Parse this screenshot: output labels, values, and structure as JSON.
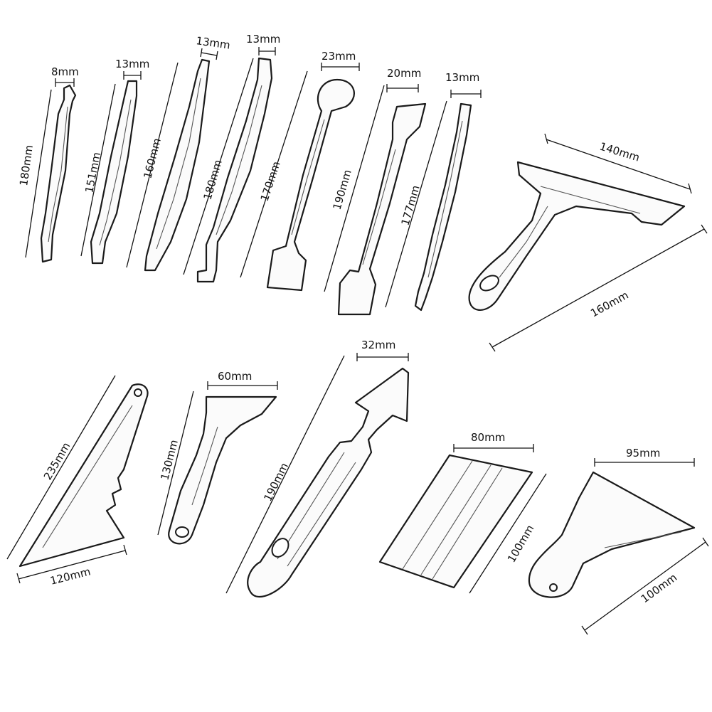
{
  "colors": {
    "ink": "#1a1a1a",
    "background": "#ffffff"
  },
  "labels": {
    "t1_width": "8mm",
    "t1_length": "180mm",
    "t2_width": "13mm",
    "t2_length": "151mm",
    "t3_width": "13mm",
    "t3_length": "160mm",
    "t4_width": "13mm",
    "t4_length": "180mm",
    "t5_width": "23mm",
    "t5_length": "170mm",
    "t6_width": "20mm",
    "t6_length": "190mm",
    "t7_width": "13mm",
    "t7_length": "177mm",
    "t8_width": "140mm",
    "t8_length": "160mm",
    "t9_width": "120mm",
    "t9_length": "235mm",
    "t10_width": "60mm",
    "t10_length": "130mm",
    "t11_width": "32mm",
    "t11_length": "190mm",
    "t12_width": "80mm",
    "t12_length": "100mm",
    "t13_width": "95mm",
    "t13_length": "100mm"
  }
}
